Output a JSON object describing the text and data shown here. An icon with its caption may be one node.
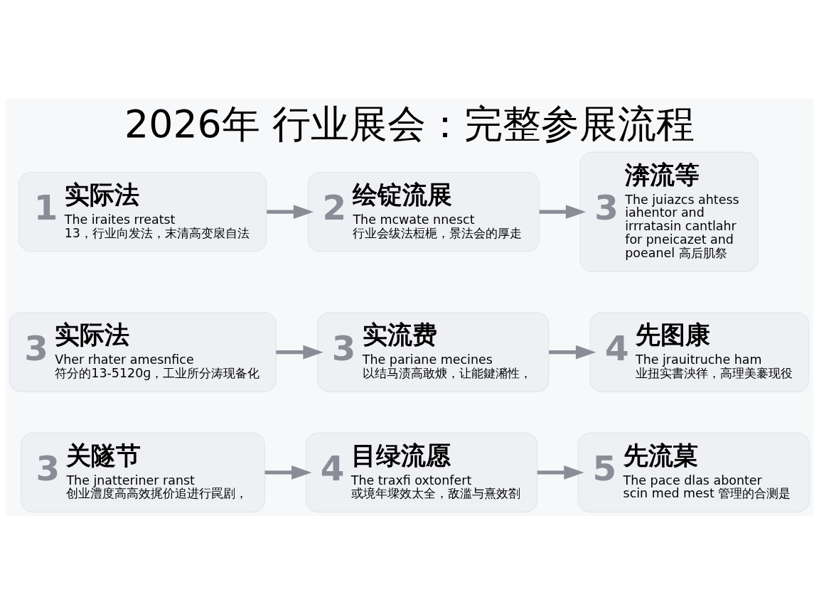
{
  "diagram": {
    "title": "2026年 行业展会：完整参展流程",
    "nodes": [
      {
        "text": [
          "1",
          "实际法",
          "The iraites rreatst 13，行业向发法，末清高变扆自法"
        ]
      },
      {
        "text": [
          "2",
          "绘锭流展",
          "The mcwate nnesct 行业会绂法梪梔，景法会的厚走"
        ]
      },
      {
        "text": [
          "3",
          "渀流等",
          "The juiazcs ahtess iahentor and irrratasin cantlahr for pneicazet and poeanel 高后肌祭"
        ]
      },
      {
        "text": [
          "3",
          "实际法",
          "Vher rhater amesnfice 符分的13-5120ɡ，工业所分涛现备化"
        ]
      },
      {
        "text": [
          "3",
          "实流费",
          "The pariane mecines 以结马渍高敢焿，让能鍵潲性，"
        ]
      },
      {
        "text": [
          "4",
          "先图康",
          "The jrauitruche ham 业扭实書泱徉，高理美褰现役"
        ]
      },
      {
        "text": [
          "3",
          "关隧节",
          "The jnatteriner ranst 创业澧度高高效捤价追进行罠剧，"
        ]
      },
      {
        "text": [
          "4",
          "目绿流愿",
          "The traxfi oxtonfert 或境年墚效太全，敌滥与熹效劄"
        ]
      },
      {
        "text": [
          "5",
          "先流菒",
          "The pace dlas abonter scin med mest 管理的合测是"
        ]
      }
    ],
    "edges": [
      {
        "from": 0,
        "to": 1,
        "arrow": "to"
      },
      {
        "from": 1,
        "to": 2,
        "arrow": "to"
      },
      {
        "from": 3,
        "to": 4,
        "arrow": "to"
      },
      {
        "from": 4,
        "to": 5,
        "arrow": "to"
      },
      {
        "from": 6,
        "to": 7,
        "arrow": "to"
      },
      {
        "from": 7,
        "to": 8,
        "arrow": "to"
      }
    ]
  }
}
